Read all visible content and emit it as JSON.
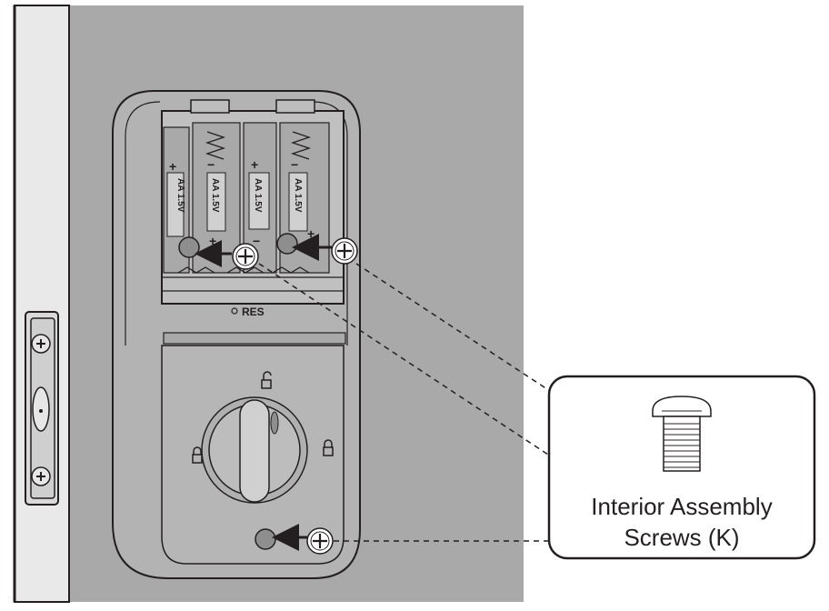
{
  "diagram": {
    "reset_label": "RES",
    "battery_rating": "AA 1.5V",
    "battery_plus": "+",
    "battery_minus": "−",
    "callout": {
      "line1": "Interior Assembly",
      "line2": "Screws (K)"
    }
  },
  "colors": {
    "wall": "#a9a9aa",
    "door_edge": "#e9e9ea",
    "lock_body": "#b3b3b4",
    "outline": "#231f20",
    "callout_bg": "#ffffff"
  }
}
